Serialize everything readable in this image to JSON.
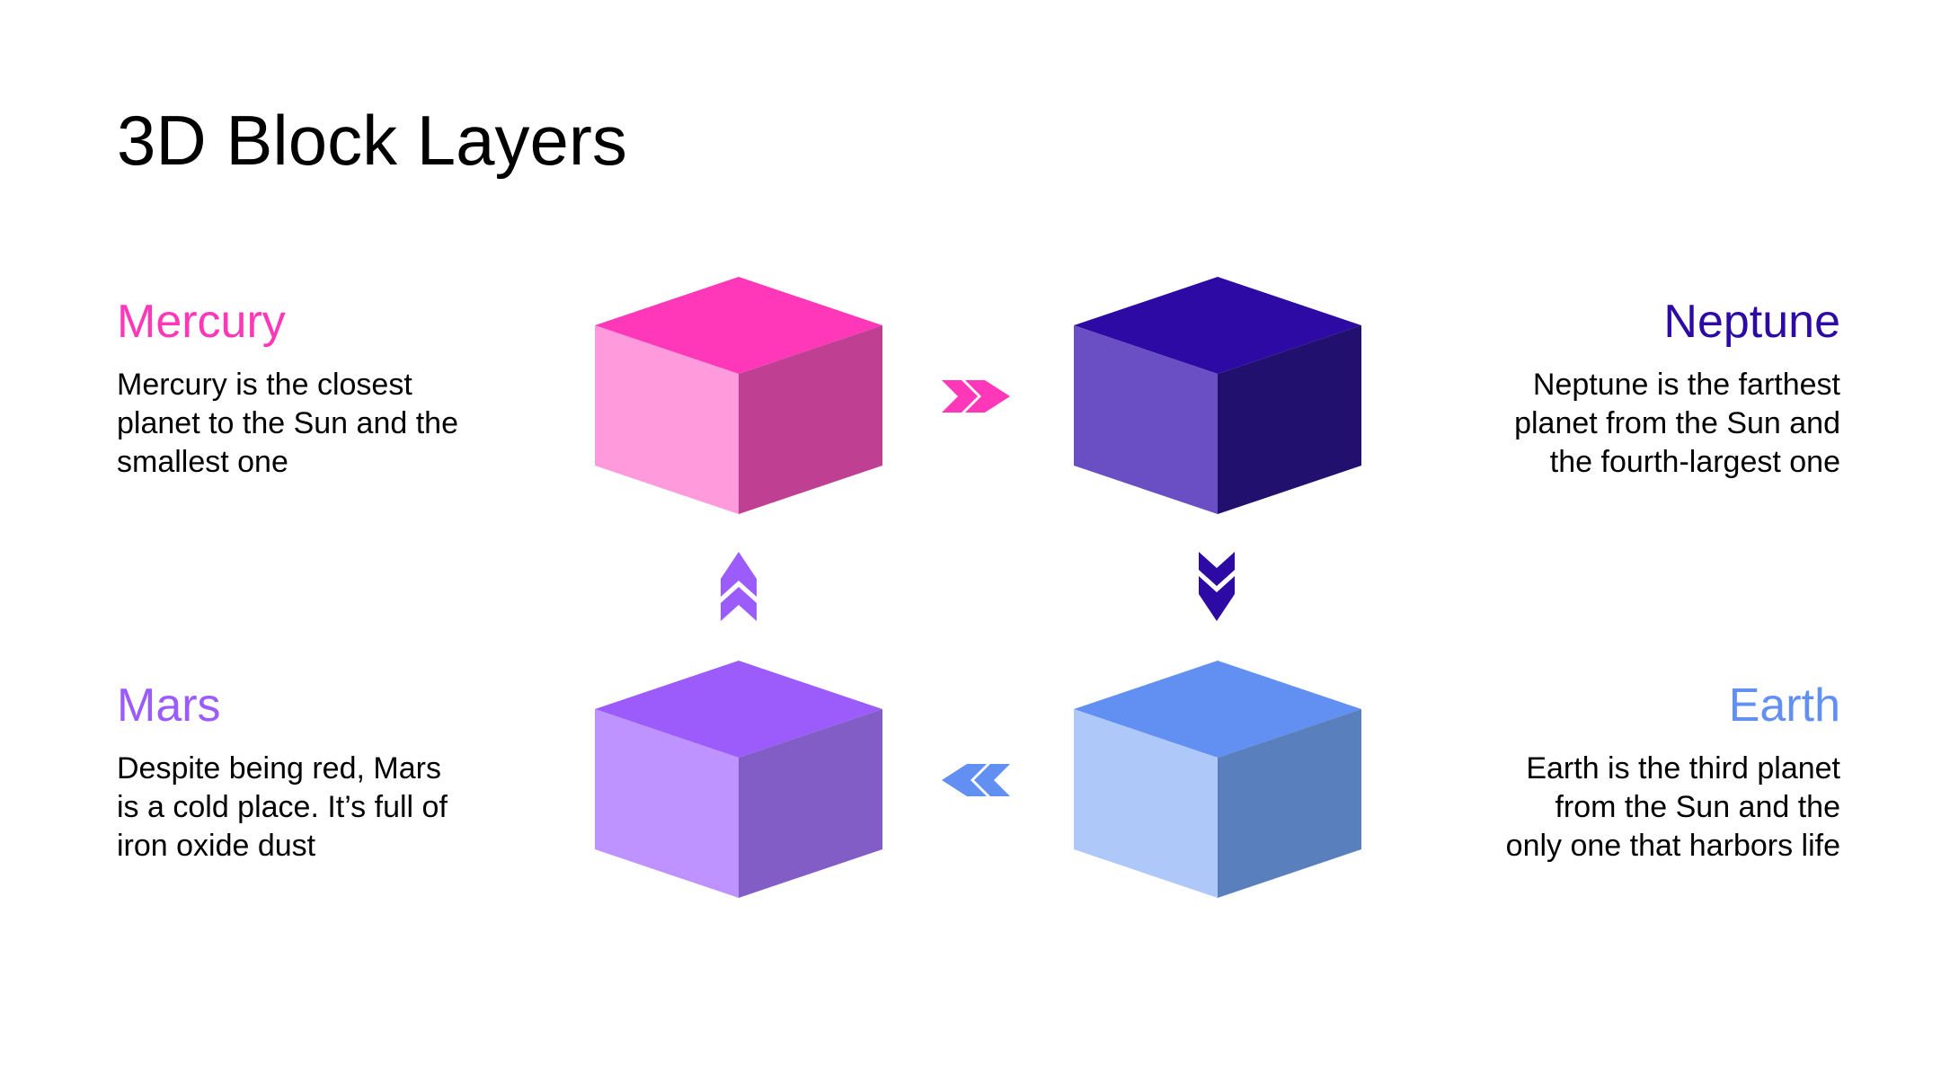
{
  "title": "3D Block Layers",
  "planets": {
    "mercury": {
      "name": "Mercury",
      "lines": [
        "Mercury is the closest",
        "planet to the Sun and the",
        "smallest one"
      ],
      "color": "#ff38b9",
      "cube": {
        "top": "#ff38b9",
        "left": "#ff9bdc",
        "right": "#bf4093"
      }
    },
    "neptune": {
      "name": "Neptune",
      "lines": [
        "Neptune is the farthest",
        "planet from the Sun and",
        "the fourth-largest one"
      ],
      "color": "#2d0aa3",
      "cube": {
        "top": "#2d0aa3",
        "left": "#6a4fc4",
        "right": "#22106e"
      }
    },
    "mars": {
      "name": "Mars",
      "lines": [
        "Despite being red, Mars",
        "is a cold place. It’s full of",
        "iron oxide dust"
      ],
      "color": "#9b5cfb",
      "cube": {
        "top": "#9b5cfb",
        "left": "#bf93ff",
        "right": "#835dc6"
      }
    },
    "earth": {
      "name": "Earth",
      "lines": [
        "Earth is the third planet",
        "from the Sun and the",
        "only one that harbors life"
      ],
      "color": "#628ff2",
      "cube": {
        "top": "#628ff2",
        "left": "#adc8f9",
        "right": "#5a7fbd"
      }
    }
  },
  "arrows": {
    "mercury_to_neptune": {
      "icon": "double-chevron-right-icon",
      "color": "#ff38b9"
    },
    "neptune_to_earth": {
      "icon": "double-chevron-down-icon",
      "color": "#2d0aa3"
    },
    "earth_to_mars": {
      "icon": "double-chevron-left-icon",
      "color": "#628ff2"
    },
    "mars_to_mercury": {
      "icon": "double-chevron-up-icon",
      "color": "#9b5cfb"
    }
  }
}
